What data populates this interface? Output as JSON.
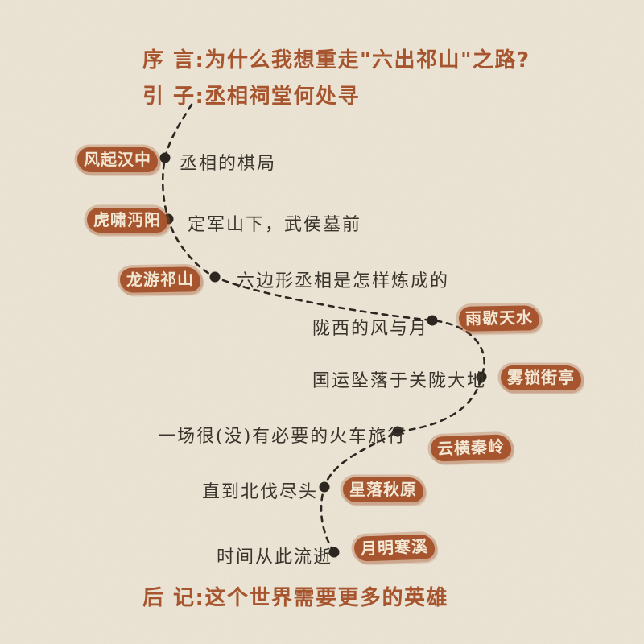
{
  "palette": {
    "background": "#ece4d4",
    "accent": "#a6552f",
    "ink": "#3a352c",
    "path": "#2b2620",
    "badge_text": "#f2e7d3"
  },
  "header": {
    "preface": "序 言:为什么我想重走\"六出祁山\"之路?",
    "intro": "引 子:丞相祠堂何处寻"
  },
  "chapters": [
    {
      "badge": "风起汉中",
      "desc": "丞相的棋局"
    },
    {
      "badge": "虎啸沔阳",
      "desc": "定军山下，武侯墓前"
    },
    {
      "badge": "龙游祁山",
      "desc": "六边形丞相是怎样炼成的"
    },
    {
      "badge": "雨歇天水",
      "desc": "陇西的风与月"
    },
    {
      "badge": "雾锁街亭",
      "desc": "国运坠落于关陇大地"
    },
    {
      "badge": "云横秦岭",
      "desc": "一场很(没)有必要的火车旅行"
    },
    {
      "badge": "星落秋原",
      "desc": "直到北伐尽头"
    },
    {
      "badge": "月明寒溪",
      "desc": "时间从此流逝"
    }
  ],
  "footer": {
    "epilogue": "后 记:这个世界需要更多的英雄"
  }
}
